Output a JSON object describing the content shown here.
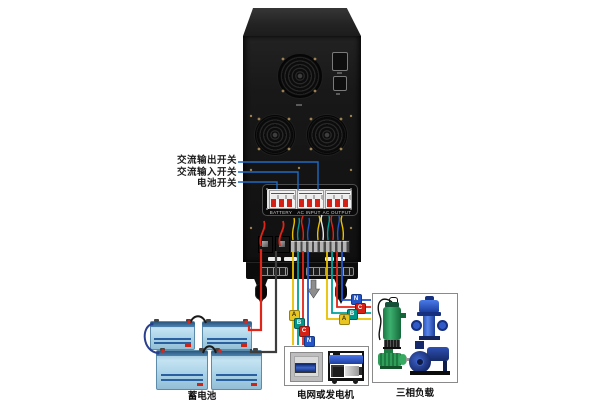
{
  "diagram": {
    "switch_labels": [
      {
        "label": "交流输出开关"
      },
      {
        "label": "交流输入开关"
      },
      {
        "label": "电池开关"
      }
    ],
    "breaker_panel": {
      "groups": [
        {
          "label": "BATTERY"
        },
        {
          "label": "AC INPUT"
        },
        {
          "label": "AC OUTPUT"
        }
      ]
    },
    "components": {
      "batteries": {
        "label": "蓄电池"
      },
      "grid": {
        "label": "电网或发电机"
      },
      "load": {
        "label": "三相负载"
      }
    },
    "phases_down": [
      "A",
      "B",
      "C",
      "N"
    ],
    "phases_right": [
      "N",
      "C",
      "B",
      "A"
    ],
    "colors": {
      "phase_a": "#e8c000",
      "phase_b": "#00a09a",
      "phase_c": "#e02518",
      "neutral": "#2355c8",
      "battery_positive": "#e02518",
      "battery_negative": "#3d3d3d",
      "pointer_line": "#1e6ac0"
    }
  }
}
